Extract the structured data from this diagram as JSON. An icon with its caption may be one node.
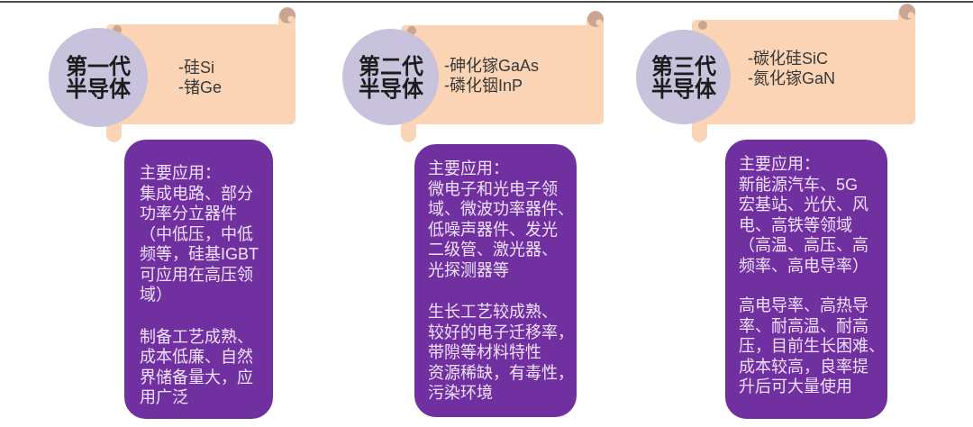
{
  "diagram": {
    "nodes": [
      {
        "text": [
          "第一代半导体"
        ]
      },
      {
        "text": [
          "-硅Si",
          "-锗Ge"
        ]
      },
      {
        "text": [
          "主要应用：",
          "集成电路、部分功率分立器件（中低压，中低频等，硅基IGBT可应用在高压领域）",
          "制备工艺成熟、成本低廉、自然界储备量大，应用广泛"
        ]
      },
      {
        "text": [
          "第二代半导体"
        ]
      },
      {
        "text": [
          "-砷化镓GaAs",
          "-磷化铟InP"
        ]
      },
      {
        "text": [
          "主要应用：",
          "微电子和光电子领域、微波功率器件、低噪声器件、发光二级管、激光器、光探测器等",
          "生长工艺较成熟、较好的电子迁移率，带隙等材料特性",
          "资源稀缺，有毒性，污染环境"
        ]
      },
      {
        "text": [
          "第三代半导体"
        ]
      },
      {
        "text": [
          "-碳化硅SiC",
          "-氮化镓GaN"
        ]
      },
      {
        "text": [
          "主要应用：",
          "新能源汽车、5G宏基站、光伏、风电、高铁等领域（高温、高压、高频率、高电导率）",
          "高电导率、高热导率、耐高温、耐高压，目前生长困难、成本较高，良率提升后可大量使用"
        ]
      }
    ]
  }
}
